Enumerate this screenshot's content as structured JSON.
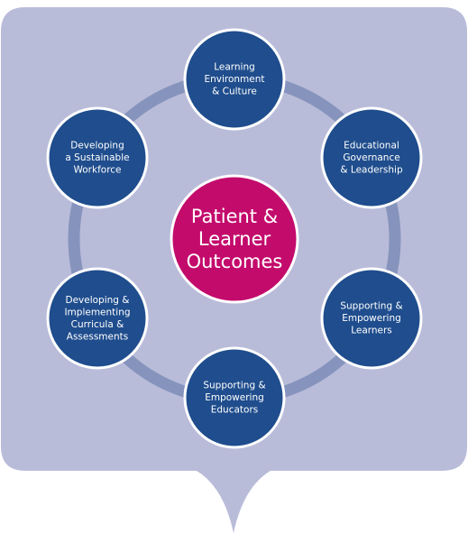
{
  "colors": {
    "background_bubble": "#b9bcd9",
    "ring": "#8694bd",
    "node_fill": "#1f4d8d",
    "node_border": "#ffffff",
    "center_fill": "#c30b6c",
    "text": "#ffffff"
  },
  "center": {
    "label_lines": [
      "Patient &",
      "Learner",
      "Outcomes"
    ]
  },
  "nodes": [
    {
      "id": "learning-environment",
      "label_lines": [
        "Learning",
        "Environment",
        "& Culture"
      ]
    },
    {
      "id": "educational-governance",
      "label_lines": [
        "Educational",
        "Governance",
        "& Leadership"
      ]
    },
    {
      "id": "supporting-learners",
      "label_lines": [
        "Supporting &",
        "Empowering",
        "Learners"
      ]
    },
    {
      "id": "supporting-educators",
      "label_lines": [
        "Supporting &",
        "Empowering",
        "Educators"
      ]
    },
    {
      "id": "curricula-assessments",
      "label_lines": [
        "Developing &",
        "Implementing",
        "Curricula &",
        "Assessments"
      ]
    },
    {
      "id": "sustainable-workforce",
      "label_lines": [
        "Developing",
        "a Sustainable",
        "Workforce"
      ]
    }
  ]
}
